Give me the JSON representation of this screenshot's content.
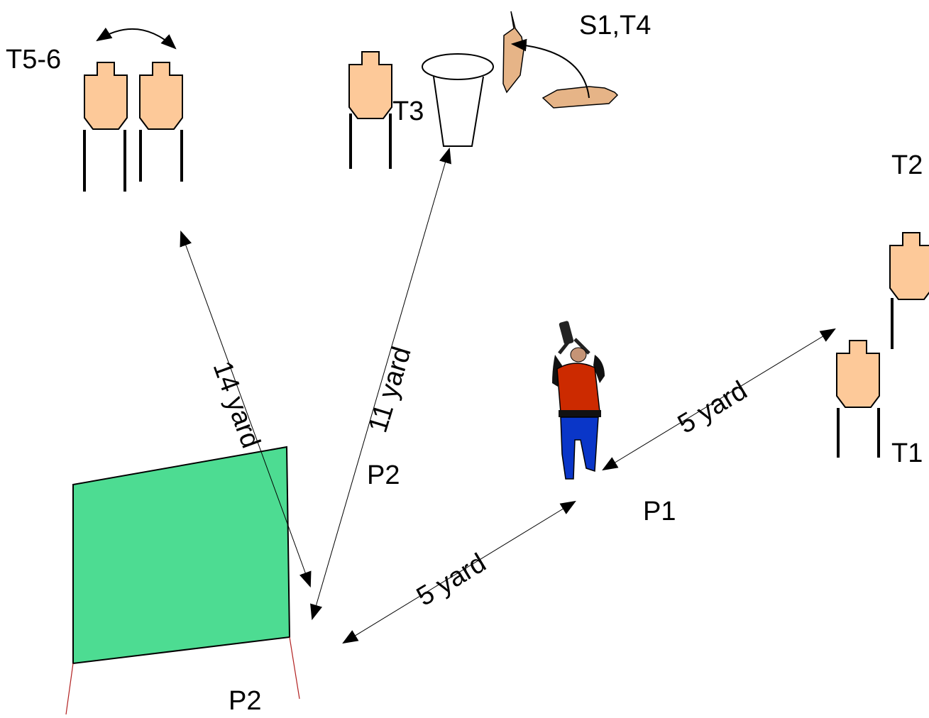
{
  "labels": {
    "t5_6": "T5-6",
    "t3": "T3",
    "s1_t4": "S1,T4",
    "t2": "T2",
    "t1": "T1",
    "p1": "P1",
    "p2_mid": "P2",
    "p2_bottom": "P2"
  },
  "distances": {
    "d14": "14 yard",
    "d11": "11 yard",
    "d5_right": "5 yard",
    "d5_left": "5 yard"
  },
  "colors": {
    "target_fill": "#fdc999",
    "swinger_fill": "#e6b487",
    "wall_fill": "#4ddc92",
    "shirt": "#cc2a00",
    "pants": "#0a36c8",
    "wall_legs": "#b22222"
  }
}
